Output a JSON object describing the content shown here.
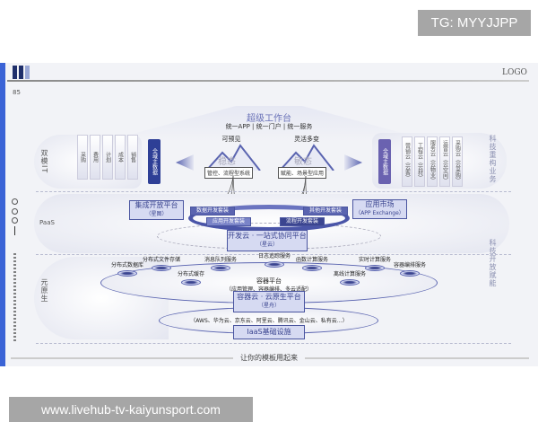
{
  "watermarks": {
    "top": "TG: MYYJJPP",
    "bottom": "www.livehub-tv-kaiyunsport.com"
  },
  "slide": {
    "logo": "LOGO",
    "page_number": "85",
    "footer": "让你的模板用起来",
    "accent": "#3a63d6",
    "workbench": {
      "title": "超级工作台",
      "subtitle": "统一APP | 统一门户 | 统一服务"
    },
    "left_row": {
      "label": "双模IT",
      "items": [
        "采购",
        "费用",
        "计划",
        "成本",
        "销售"
      ],
      "master_data": "全域主数据"
    },
    "steady": {
      "top": "可预见",
      "name": "稳态",
      "label": "管控、流程型系统"
    },
    "agile": {
      "top": "灵活多变",
      "name": "敏态",
      "label": "赋能、场景型应用"
    },
    "right_row": {
      "master_data": "全域主数据",
      "items": [
        "营销云（云客）",
        "工程云（云材）",
        "服务云（云物业）",
        "运营云（云空间）",
        "采购云（云采购）"
      ],
      "side": "科技重构业务"
    },
    "paas": {
      "label": "PaaS",
      "integration": {
        "title": "集成开放平台",
        "sub": "（星图）"
      },
      "market": {
        "title": "应用市场",
        "sub": "（APP Exchange）"
      },
      "kits": [
        "数据开发套装",
        "应用开发套装",
        "其他开发套装",
        "流程开发套装"
      ],
      "devcloud": {
        "title": "开发云 · 一站式协同平台",
        "sub": "（星云）"
      },
      "side": "科技开放赋能"
    },
    "native": {
      "label": "元原生",
      "services": [
        "分布式数据库",
        "分布式文件存储",
        "分布式缓存",
        "消息队列服务",
        "日志追踪服务",
        "函数计算服务",
        "离线计算服务",
        "实时计算服务",
        "容器编排服务"
      ],
      "container": {
        "title": "容器平台",
        "sub": "（应用管理、容器编排、多云适配）"
      },
      "cloud": {
        "title": "容器云 · 云原生平台",
        "sub": "（星舟）"
      },
      "providers": "（AWS、华为云、京东云、阿里云、腾讯云、金山云、私有云…）",
      "iaas": "IaaS基础设施"
    }
  }
}
